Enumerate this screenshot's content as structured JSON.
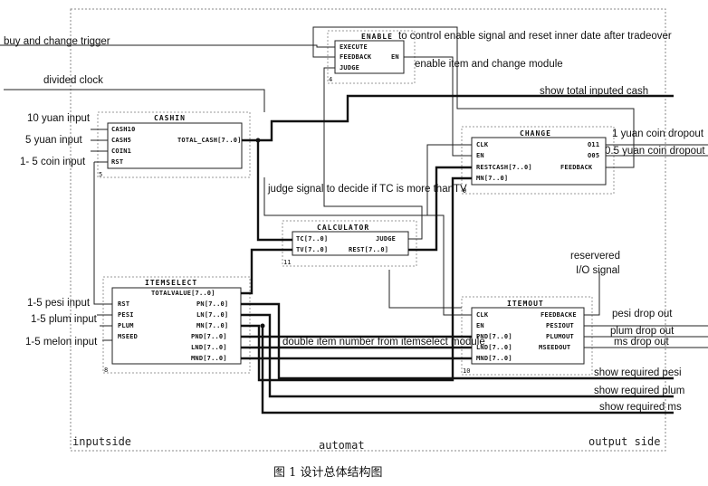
{
  "caption": "图 1  设计总体结构图",
  "footer": {
    "left": "inputside",
    "center": "automat",
    "right": "output side"
  },
  "modules": {
    "enable": {
      "title": "ENABLE",
      "number": "4",
      "ports": [
        "EXECUTE",
        "FEEDBACK",
        "JUDGE"
      ],
      "out": "EN"
    },
    "cashin": {
      "title": "CASHIN",
      "number": "5",
      "ports": [
        "CASH10",
        "CASH5",
        "COIN1",
        "RST"
      ],
      "out": "TOTAL_CASH[7..0]"
    },
    "change": {
      "title": "CHANGE",
      "number": "9",
      "ports": [
        "CLK",
        "EN",
        "RESTCASH[7..0]",
        "MN[7..0]"
      ],
      "outs": [
        "O11",
        "O05",
        "FEEDBACK"
      ]
    },
    "calculator": {
      "title": "CALCULATOR",
      "number": "11",
      "ports": [
        "TC[7..0]",
        "TV[7..0]"
      ],
      "outs": [
        "JUDGE",
        "REST[7..0]"
      ]
    },
    "itemselect": {
      "title": "ITEMSELECT",
      "number": "8",
      "ports": [
        "RST",
        "PESI",
        "PLUM",
        "MSEED"
      ],
      "outs": [
        "TOTALVALUE[7..0]",
        "PN[7..0]",
        "LN[7..0]",
        "MN[7..0]",
        "PND[7..0]",
        "LND[7..0]",
        "MND[7..0]"
      ]
    },
    "itemout": {
      "title": "ITEMOUT",
      "number": "10",
      "ports": [
        "CLK",
        "EN",
        "PND[7..0]",
        "LND[7..0]",
        "MND[7..0]"
      ],
      "outs": [
        "FEEDBACKE",
        "PESIOUT",
        "PLUMOUT",
        "MSEEDOUT"
      ]
    }
  },
  "labels": {
    "buy_trigger": "buy and change trigger",
    "enable_desc": "to control enable signal and reset inner date after tradeover",
    "enable_module": "enable item and change module",
    "divided_clock": "divided clock",
    "show_total": "show total inputed cash",
    "ten_yuan": "10 yuan input",
    "five_yuan": "5 yuan input",
    "coin_input": "1- 5 coin input",
    "coin_dropout1": "1 yuan coin dropout",
    "coin_dropout05": "0.5 yuan coin dropout",
    "judge_desc": "judge signal to decide  if TC is more thanTV",
    "reserved1": "reservered",
    "reserved2": "I/O signal",
    "pesi_input": "1-5 pesi input",
    "plum_input": "1-5 plum input",
    "melon_input": "1-5 melon  input",
    "pesi_drop": "pesi drop out",
    "plum_drop": "plum drop out",
    "ms_drop": "ms drop out",
    "double_item": "double item number from itemselect module",
    "show_pesi": "show required pesi",
    "show_plum": "show required plum",
    "show_ms": "show required ms"
  }
}
